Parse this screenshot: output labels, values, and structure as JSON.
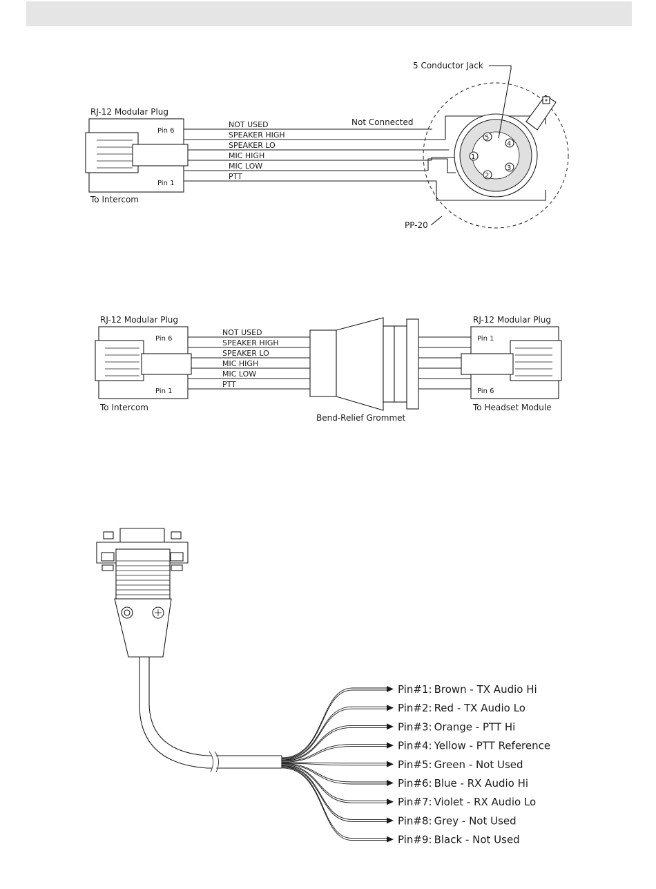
{
  "diagram1": {
    "plug_label": "RJ-12 Modular Plug",
    "pin_top": "Pin 6",
    "pin_bottom": "Pin 1",
    "wires": [
      "NOT USED",
      "SPEAKER HIGH",
      "SPEAKER LO",
      "MIC HIGH",
      "MIC LOW",
      "PTT"
    ],
    "not_connected": "Not Connected",
    "jack_label": "5 Conductor Jack",
    "plug_caption": "PP-20",
    "to_label": "To Intercom",
    "jack_pins": [
      "5",
      "4",
      "1",
      "2",
      "3"
    ]
  },
  "diagram2": {
    "left_plug_label": "RJ-12 Modular Plug",
    "left_pin_top": "Pin 6",
    "left_pin_bottom": "Pin 1",
    "wires": [
      "NOT USED",
      "SPEAKER HIGH",
      "SPEAKER LO",
      "MIC HIGH",
      "MIC LOW",
      "PTT"
    ],
    "left_to_label": "To Intercom",
    "grommet_label": "Bend-Relief Grommet",
    "right_plug_label": "RJ-12 Modular Plug",
    "right_pin_top": "Pin 1",
    "right_pin_bottom": "Pin 6",
    "right_to_label": "To Headset Module"
  },
  "diagram3": {
    "pins": [
      {
        "num": "Pin#1:",
        "color": "Brown",
        "func": " - TX Audio Hi"
      },
      {
        "num": "Pin#2:",
        "color": "Red",
        "func": " - TX Audio Lo"
      },
      {
        "num": "Pin#3:",
        "color": "Orange",
        "func": " - PTT Hi"
      },
      {
        "num": "Pin#4:",
        "color": "Yellow",
        "func": " - PTT Reference"
      },
      {
        "num": "Pin#5:",
        "color": "Green",
        "func": " - Not Used"
      },
      {
        "num": "Pin#6:",
        "color": "Blue",
        "func": " - RX Audio Hi"
      },
      {
        "num": "Pin#7:",
        "color": "Violet",
        "func": " - RX Audio Lo"
      },
      {
        "num": "Pin#8:",
        "color": "Grey",
        "func": " - Not Used"
      },
      {
        "num": "Pin#9:",
        "color": "Black",
        "func": " - Not Used"
      }
    ]
  }
}
